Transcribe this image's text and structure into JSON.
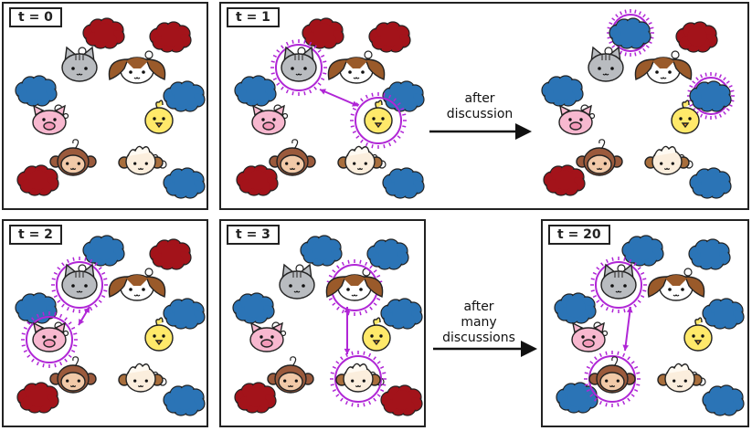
{
  "panels": [
    {
      "id": "p0",
      "label": "t = 0"
    },
    {
      "id": "p1",
      "label": "t = 1"
    },
    {
      "id": "p2",
      "label": "t = 2"
    },
    {
      "id": "p3",
      "label": "t = 3"
    },
    {
      "id": "p20",
      "label": "t = 20"
    }
  ],
  "captions": {
    "after_discussion": [
      "after",
      "discussion"
    ],
    "after_many": [
      "after",
      "many",
      "discussions"
    ]
  },
  "colors": {
    "opinion_red": "#a3131a",
    "opinion_blue": "#2b74b6",
    "highlight": "#b026d6",
    "cat": "#b9bcc0",
    "dog": "#ffffff",
    "dog_ears": "#9a5a2a",
    "pig": "#f7b8cf",
    "chick": "#ffe96a",
    "monkey": "#9b5a3c",
    "sheep": "#fbeedd"
  },
  "animals": [
    "cat",
    "dog",
    "pig",
    "chick",
    "monkey",
    "sheep"
  ]
}
